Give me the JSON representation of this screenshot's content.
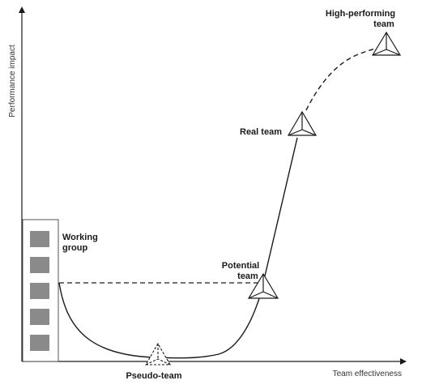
{
  "axes": {
    "x_label": "Team effectiveness",
    "y_label": "Performance impact"
  },
  "stages": {
    "working_group": [
      "Working",
      "group"
    ],
    "pseudo_team": "Pseudo-team",
    "potential_team": [
      "Potential",
      "team"
    ],
    "real_team": "Real team",
    "high_performing": [
      "High-performing",
      "team"
    ]
  },
  "colors": {
    "line": "#1a1a1a",
    "square_fill": "#8a8a8a",
    "box_stroke": "#555555"
  },
  "icons": {
    "triangle": "pyramid-icon",
    "square": "square-icon"
  }
}
